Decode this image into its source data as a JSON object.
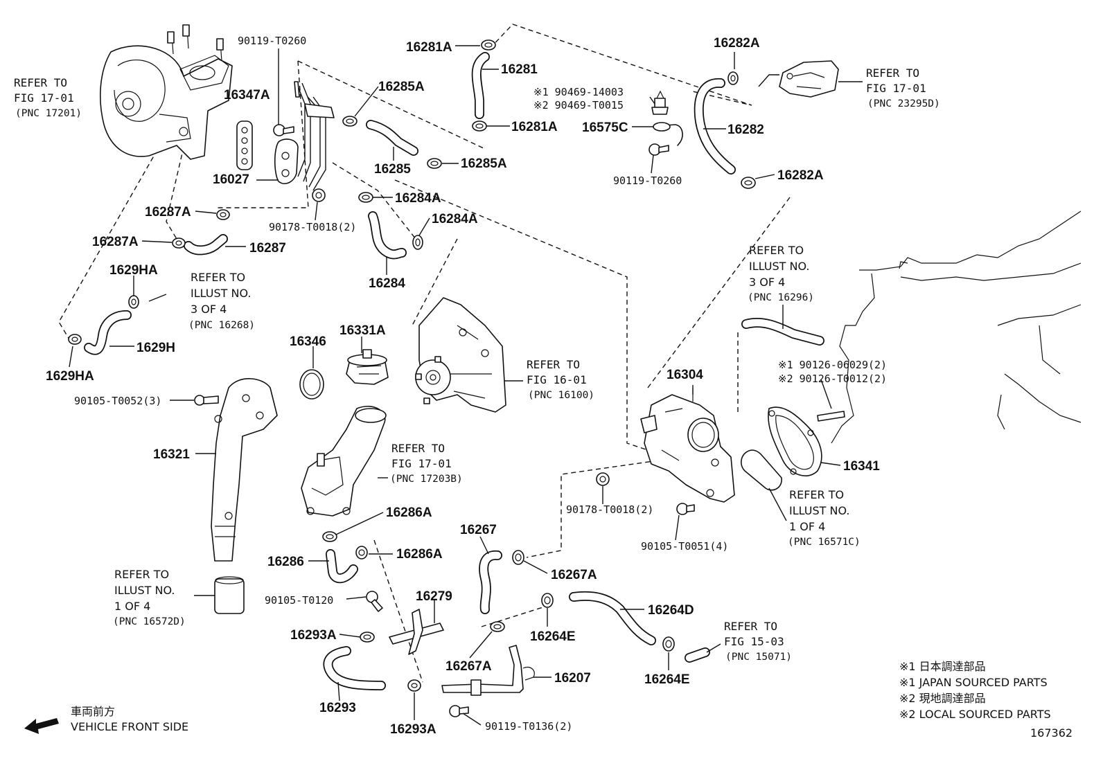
{
  "diagram_id": "167362",
  "parts": [
    {
      "key": "p16281A_top",
      "text": "16281A"
    },
    {
      "key": "p16281",
      "text": "16281"
    },
    {
      "key": "p16281A_bot",
      "text": "16281A"
    },
    {
      "key": "p16282A_top",
      "text": "16282A"
    },
    {
      "key": "p16282",
      "text": "16282"
    },
    {
      "key": "p16282A_bot",
      "text": "16282A"
    },
    {
      "key": "p16347A",
      "text": "16347A"
    },
    {
      "key": "p16285A_top",
      "text": "16285A"
    },
    {
      "key": "p16285",
      "text": "16285"
    },
    {
      "key": "p16285A_bot",
      "text": "16285A"
    },
    {
      "key": "p16027",
      "text": "16027"
    },
    {
      "key": "p16284A_top",
      "text": "16284A"
    },
    {
      "key": "p16284A_mid",
      "text": "16284A"
    },
    {
      "key": "p16284",
      "text": "16284"
    },
    {
      "key": "p16287A_top",
      "text": "16287A"
    },
    {
      "key": "p16287A_bot",
      "text": "16287A"
    },
    {
      "key": "p16287",
      "text": "16287"
    },
    {
      "key": "p1629HA_top",
      "text": "1629HA"
    },
    {
      "key": "p1629H",
      "text": "1629H"
    },
    {
      "key": "p1629HA_bot",
      "text": "1629HA"
    },
    {
      "key": "p16575C",
      "text": "16575C"
    },
    {
      "key": "p16346",
      "text": "16346"
    },
    {
      "key": "p16331A",
      "text": "16331A"
    },
    {
      "key": "p16304",
      "text": "16304"
    },
    {
      "key": "p16321",
      "text": "16321"
    },
    {
      "key": "p16341",
      "text": "16341"
    },
    {
      "key": "p16286A_top",
      "text": "16286A"
    },
    {
      "key": "p16286A_bot",
      "text": "16286A"
    },
    {
      "key": "p16286",
      "text": "16286"
    },
    {
      "key": "p16267",
      "text": "16267"
    },
    {
      "key": "p16267A_top",
      "text": "16267A"
    },
    {
      "key": "p16279",
      "text": "16279"
    },
    {
      "key": "p16264D",
      "text": "16264D"
    },
    {
      "key": "p16293A_top",
      "text": "16293A"
    },
    {
      "key": "p16264E_mid",
      "text": "16264E"
    },
    {
      "key": "p16267A_bot",
      "text": "16267A"
    },
    {
      "key": "p16207",
      "text": "16207"
    },
    {
      "key": "p16264E_bot",
      "text": "16264E"
    },
    {
      "key": "p16293",
      "text": "16293"
    },
    {
      "key": "p16293A_bot",
      "text": "16293A"
    }
  ],
  "fasteners": [
    {
      "key": "f90119_T0260_top",
      "text": "90119-T0260"
    },
    {
      "key": "f90469_14003",
      "text": "※1 90469-14003"
    },
    {
      "key": "f90469_T0015",
      "text": "※2 90469-T0015"
    },
    {
      "key": "f90119_T0260_mid",
      "text": "90119-T0260"
    },
    {
      "key": "f90178_T0018_top",
      "text": "90178-T0018(2)"
    },
    {
      "key": "f90105_T0052",
      "text": "90105-T0052(3)"
    },
    {
      "key": "f90126_06029",
      "text": "※1 90126-06029(2)"
    },
    {
      "key": "f90126_T0012",
      "text": "※2 90126-T0012(2)"
    },
    {
      "key": "f90178_T0018_bot",
      "text": "90178-T0018(2)"
    },
    {
      "key": "f90105_T0051",
      "text": "90105-T0051(4)"
    },
    {
      "key": "f90105_T0120",
      "text": "90105-T0120"
    },
    {
      "key": "f90119_T0136",
      "text": "90119-T0136(2)"
    }
  ],
  "references": [
    {
      "key": "r_fig1701_a",
      "lines": [
        "REFER TO",
        "FIG 17-01",
        "(PNC 17201)"
      ]
    },
    {
      "key": "r_fig1701_b",
      "lines": [
        "REFER TO",
        "FIG 17-01",
        "(PNC 23295D)"
      ]
    },
    {
      "key": "r_ill3_a",
      "lines": [
        "REFER TO",
        "ILLUST NO.",
        "3 OF 4",
        "(PNC 16268)"
      ]
    },
    {
      "key": "r_ill3_b",
      "lines": [
        "REFER TO",
        "ILLUST NO.",
        "3 OF 4",
        "(PNC 16296)"
      ]
    },
    {
      "key": "r_fig1601",
      "lines": [
        "REFER TO",
        "FIG 16-01",
        "(PNC 16100)"
      ]
    },
    {
      "key": "r_fig1701_c",
      "lines": [
        "REFER TO",
        "FIG 17-01",
        "(PNC 17203B)"
      ]
    },
    {
      "key": "r_ill1_a",
      "lines": [
        "REFER TO",
        "ILLUST NO.",
        "1 OF 4",
        "(PNC 16571C)"
      ]
    },
    {
      "key": "r_ill1_b",
      "lines": [
        "REFER TO",
        "ILLUST NO.",
        "1 OF 4",
        "(PNC 16572D)"
      ]
    },
    {
      "key": "r_fig1503",
      "lines": [
        "REFER TO",
        "FIG 15-03",
        "(PNC 15071)"
      ]
    }
  ],
  "legend": [
    "※1 日本調達部品",
    "※1 JAPAN SOURCED PARTS",
    "※2 現地調達部品",
    "※2 LOCAL SOURCED PARTS"
  ],
  "direction": {
    "jp": "車両前方",
    "en": "VEHICLE FRONT SIDE"
  }
}
